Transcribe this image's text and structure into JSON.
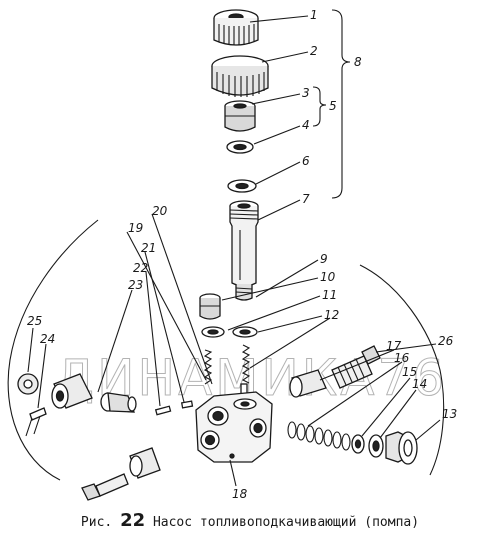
{
  "diagram": {
    "callouts": [
      "1",
      "2",
      "3",
      "4",
      "5",
      "6",
      "7",
      "8",
      "9",
      "10",
      "11",
      "12",
      "13",
      "14",
      "15",
      "16",
      "17",
      "18",
      "19",
      "20",
      "21",
      "22",
      "23",
      "24",
      "25",
      "26"
    ],
    "watermark": "ДИНАМИКА76"
  },
  "caption": {
    "prefix": "Рис.",
    "figure_number": "22",
    "title": "Насос топливоподкачивающий (помпа)"
  }
}
